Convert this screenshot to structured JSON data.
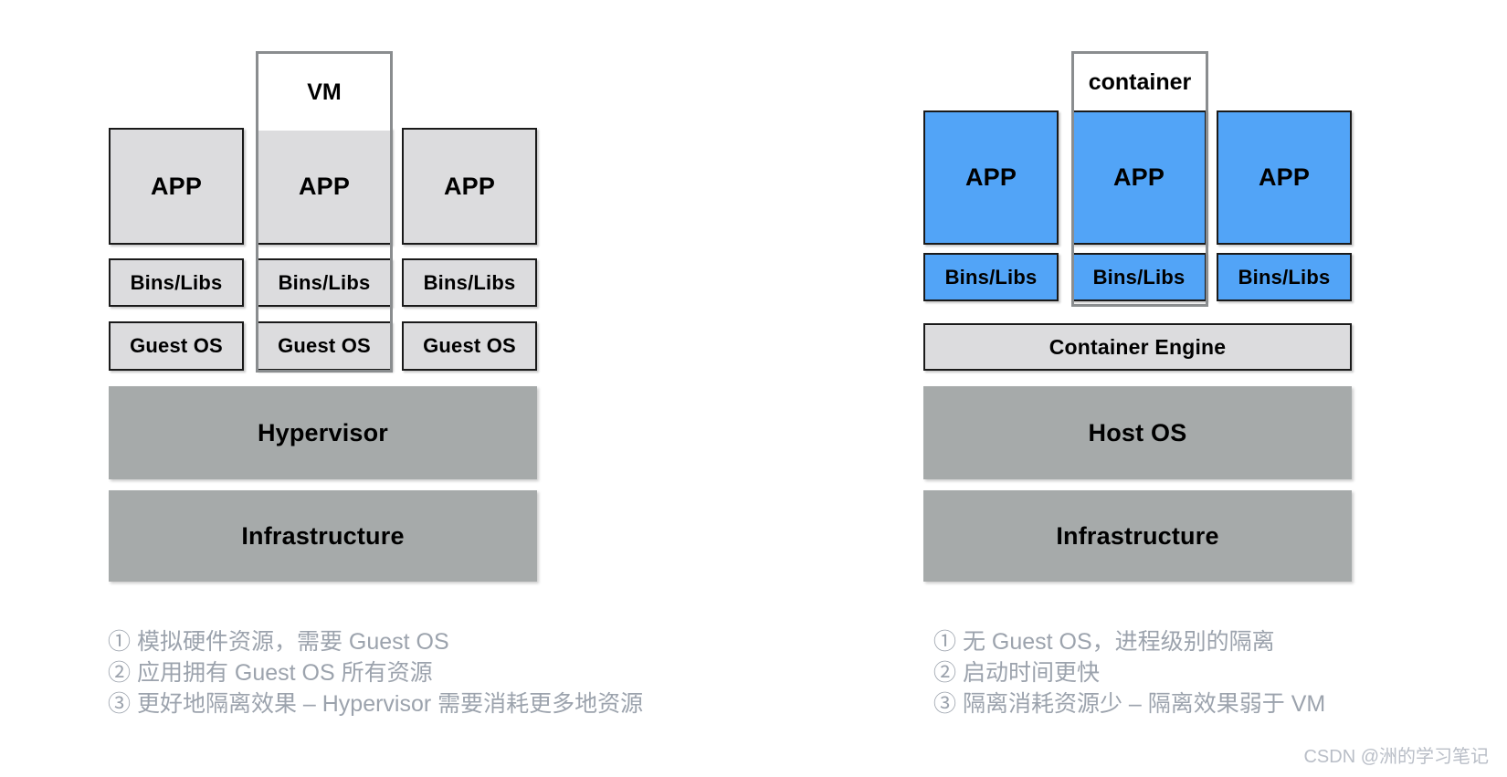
{
  "diagram": {
    "title_semantic": "virtual-machines-vs-containers-architecture-comparison",
    "colors": {
      "app_gray": "#dcdcde",
      "app_blue": "#52a4f7",
      "slab_gray": "#a6aaaa",
      "outline_gray": "#8a8d8f",
      "note_text": "#9ca3ad",
      "watermark": "#b9bec7",
      "border": "#1a1a1a"
    },
    "left": {
      "highlight_label": "VM",
      "columns": [
        {
          "app": "APP",
          "bins": "Bins/Libs",
          "os": "Guest OS"
        },
        {
          "app": "APP",
          "bins": "Bins/Libs",
          "os": "Guest OS"
        },
        {
          "app": "APP",
          "bins": "Bins/Libs",
          "os": "Guest OS"
        }
      ],
      "slabs": [
        "Hypervisor",
        "Infrastructure"
      ],
      "notes": [
        "① 模拟硬件资源，需要 Guest OS",
        "② 应用拥有 Guest OS 所有资源",
        "③ 更好地隔离效果 – Hypervisor 需要消耗更多地资源"
      ]
    },
    "right": {
      "highlight_label": "container",
      "columns": [
        {
          "app": "APP",
          "bins": "Bins/Libs"
        },
        {
          "app": "APP",
          "bins": "Bins/Libs"
        },
        {
          "app": "APP",
          "bins": "Bins/Libs"
        }
      ],
      "engine": "Container Engine",
      "slabs": [
        "Host OS",
        "Infrastructure"
      ],
      "notes": [
        "① 无 Guest OS，进程级别的隔离",
        "② 启动时间更快",
        "③ 隔离消耗资源少 – 隔离效果弱于 VM"
      ]
    },
    "watermark": "CSDN @洲的学习笔记"
  }
}
